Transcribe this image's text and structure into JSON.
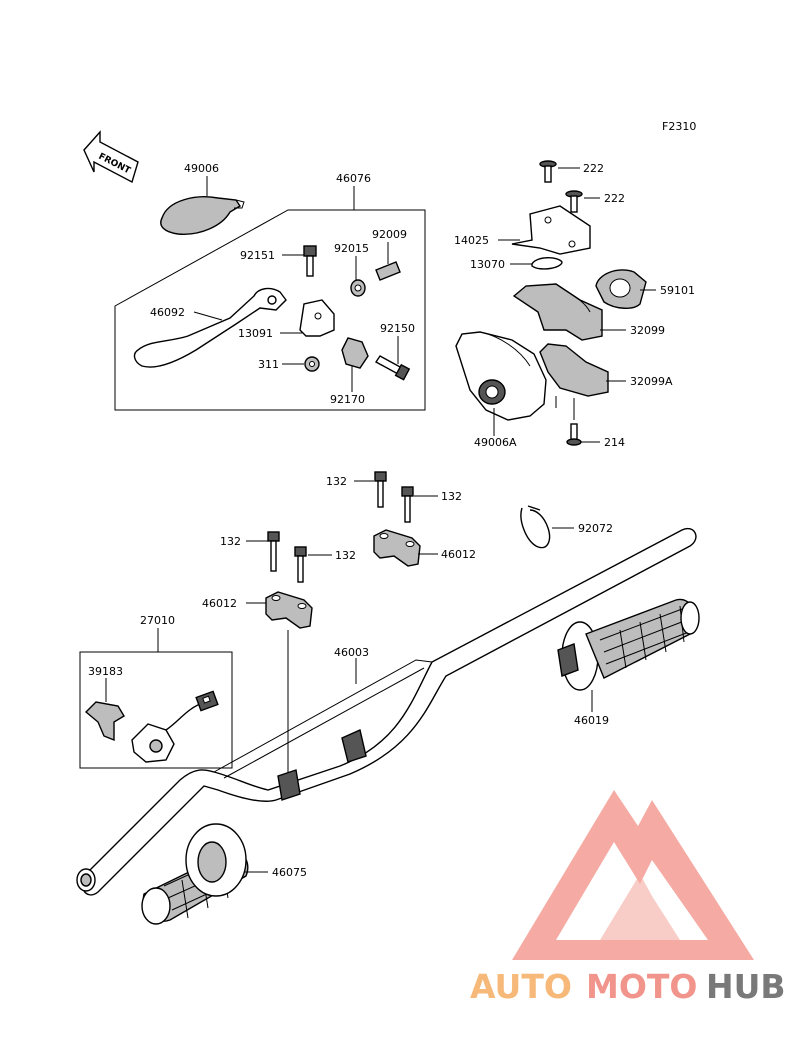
{
  "figure_code": "F2310",
  "front_arrow_label": "FRONT",
  "callouts": {
    "p49006": "49006",
    "p46076": "46076",
    "p92151": "92151",
    "p92015": "92015",
    "p92009": "92009",
    "p46092": "46092",
    "p13091": "13091",
    "p92150": "92150",
    "p311": "311",
    "p92170": "92170",
    "p222a": "222",
    "p222b": "222",
    "p14025": "14025",
    "p13070": "13070",
    "p59101": "59101",
    "p32099": "32099",
    "p32099A": "32099A",
    "p49006A": "49006A",
    "p214": "214",
    "p132a": "132",
    "p132b": "132",
    "p132c": "132",
    "p132d": "132",
    "p46012a": "46012",
    "p46012b": "46012",
    "p92072": "92072",
    "p27010": "27010",
    "p39183": "39183",
    "p46003": "46003",
    "p46019": "46019",
    "p46075": "46075"
  },
  "watermark": {
    "part1": "AUTO",
    "part2": "MOTO",
    "part3": "HUB",
    "color_orange": "#f6b26b",
    "color_red": "#f08a80",
    "color_gray": "#6b6b6b"
  }
}
